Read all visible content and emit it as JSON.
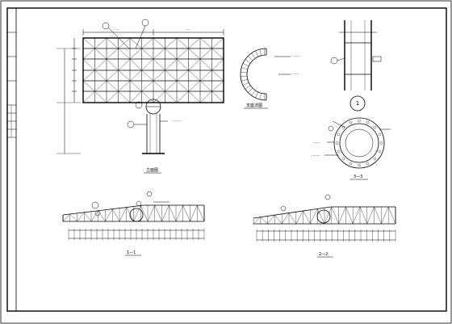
{
  "drawing": {
    "views": {
      "elevation": {
        "caption": "立面图"
      },
      "arc_detail": {
        "caption": "支座详图"
      },
      "section_1_1": {
        "caption": "1—1"
      },
      "section_2_2": {
        "caption": "2—2"
      },
      "section_3_3": {
        "caption": "3—3"
      }
    },
    "detail_marker_value": "1",
    "ink_color": "#000000"
  }
}
